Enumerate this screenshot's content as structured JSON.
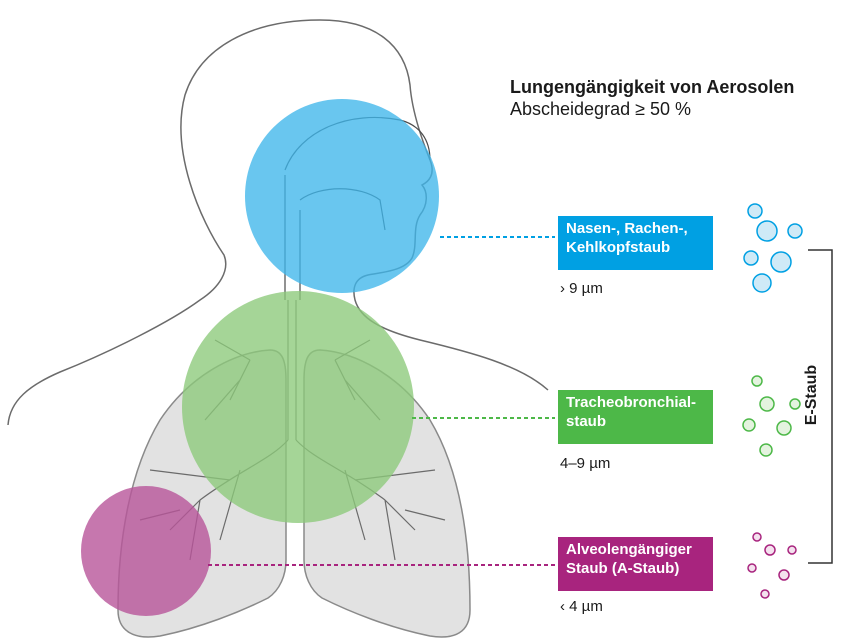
{
  "heading": {
    "title": "Lungengängigkeit von Aerosolen",
    "subtitle": "Abscheidegrad ≥ 50 %"
  },
  "regions": [
    {
      "id": "nasal",
      "label_line1": "Nasen-, Rachen-,",
      "label_line2": "Kehlkopfstaub",
      "size": "› 9 µm",
      "color": "#00a0e3",
      "circle_fill": "#3fb6ea"
    },
    {
      "id": "tracheobronchial",
      "label_line1": "Tracheobronchial-",
      "label_line2": "staub",
      "size": "4–9 µm",
      "color": "#4db848",
      "circle_fill": "#8cc97a"
    },
    {
      "id": "alveolar",
      "label_line1": "Alveolengängiger",
      "label_line2": "Staub (A-Staub)",
      "size": "‹ 4 µm",
      "color": "#a8247e",
      "circle_fill": "#b8559a"
    }
  ],
  "bracket_label": "E-Staub"
}
